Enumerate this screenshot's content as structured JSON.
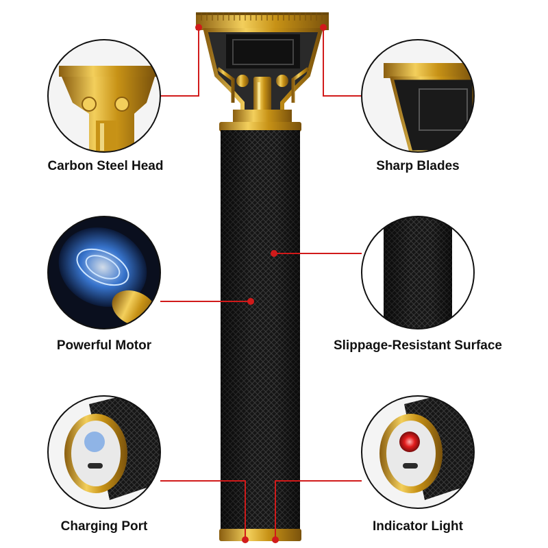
{
  "features": [
    {
      "id": "carbon-steel-head",
      "label": "Carbon Steel Head"
    },
    {
      "id": "sharp-blades",
      "label": "Sharp Blades"
    },
    {
      "id": "powerful-motor",
      "label": "Powerful Motor"
    },
    {
      "id": "slippage-resistant-surface",
      "label": "Slippage-Resistant Surface"
    },
    {
      "id": "charging-port",
      "label": "Charging Port"
    },
    {
      "id": "indicator-light",
      "label": "Indicator Light"
    }
  ],
  "colors": {
    "callout_line": "#d11a1a",
    "gold": "#d4a21a",
    "body": "#1b1b1b",
    "charge_led": "#8fb4e6",
    "indicator_led": "#e11c1c"
  },
  "icons": [
    "trimmer-product-image",
    "usb-c-port-icon",
    "led-dot-icon"
  ]
}
